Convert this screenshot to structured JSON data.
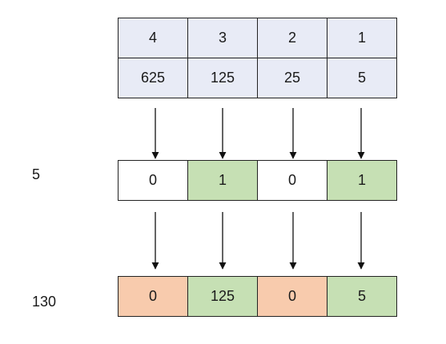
{
  "positions": [
    "4",
    "3",
    "2",
    "1"
  ],
  "powers": [
    "625",
    "125",
    "25",
    "5"
  ],
  "binary": {
    "label": "5",
    "digits": [
      "0",
      "1",
      "0",
      "1"
    ]
  },
  "result": {
    "label": "130",
    "values": [
      "0",
      "125",
      "0",
      "5"
    ]
  },
  "colors": {
    "header_fill": "#e8ebf6",
    "white": "#ffffff",
    "green": "#c6e0b4",
    "orange": "#f8cbad",
    "line": "#222222"
  },
  "binary_fill": [
    "white",
    "green",
    "white",
    "green"
  ],
  "result_fill": [
    "orange",
    "green",
    "orange",
    "green"
  ]
}
